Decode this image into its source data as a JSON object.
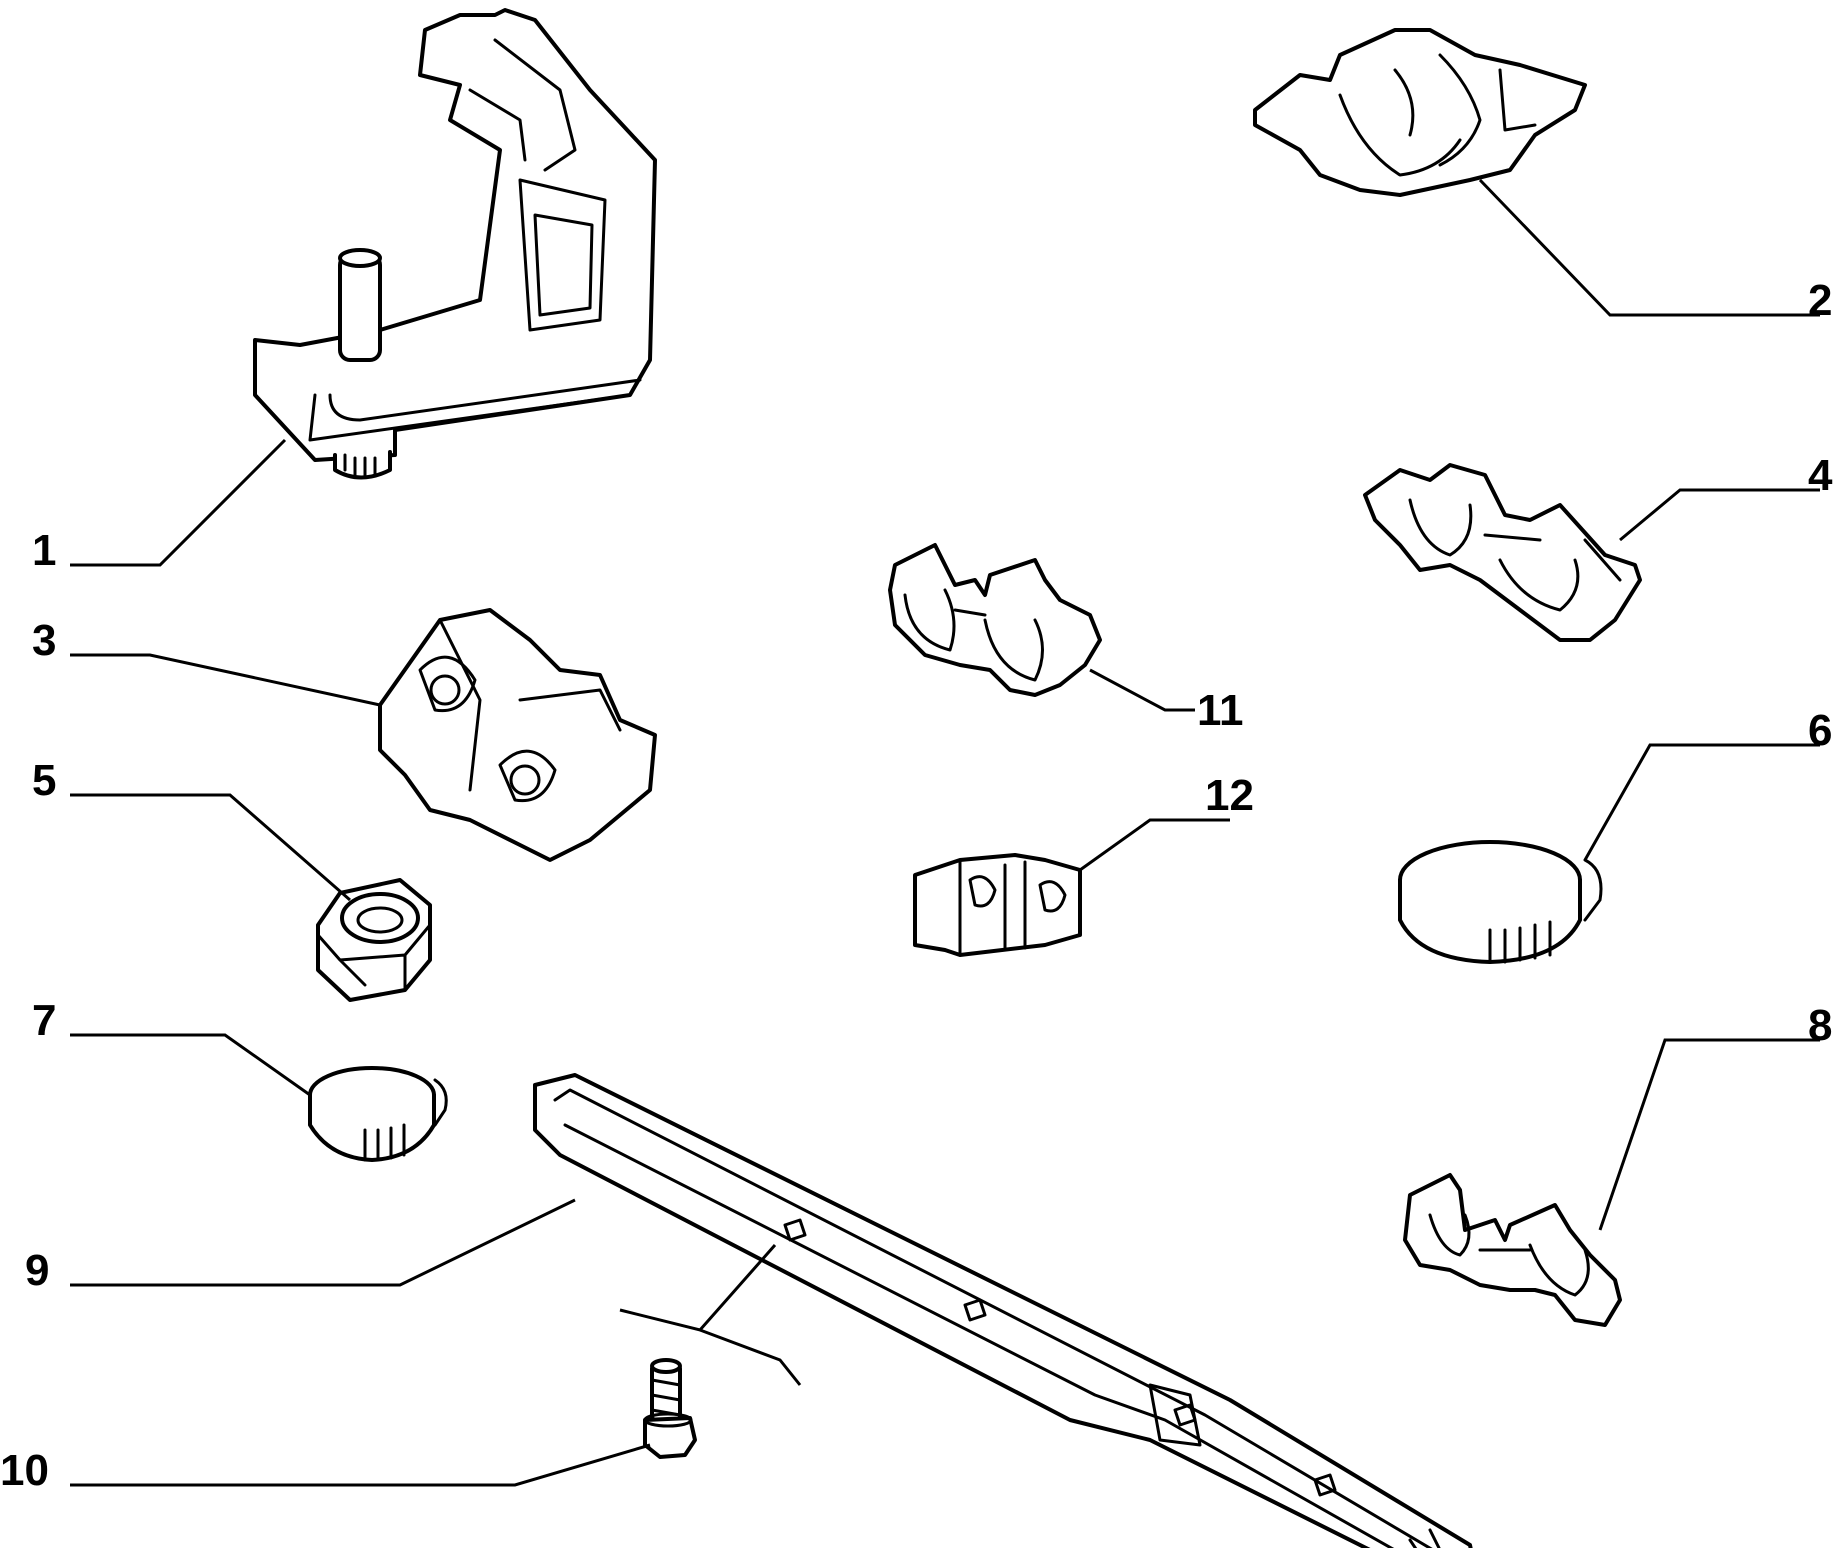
{
  "diagram": {
    "type": "exploded parts diagram",
    "line_color": "#000000",
    "background_color": "#ffffff",
    "callouts": [
      {
        "number": "1",
        "part": "bracket-with-stud"
      },
      {
        "number": "2",
        "part": "double-pipe-clip-large"
      },
      {
        "number": "3",
        "part": "twin-pipe-holder-block"
      },
      {
        "number": "4",
        "part": "double-pipe-clip-small"
      },
      {
        "number": "5",
        "part": "hex-lock-nut"
      },
      {
        "number": "6",
        "part": "band-clamp-large"
      },
      {
        "number": "7",
        "part": "band-clamp-small"
      },
      {
        "number": "8",
        "part": "twin-hose-clip"
      },
      {
        "number": "9",
        "part": "pipe-channel-rail"
      },
      {
        "number": "10",
        "part": "flanged-bolt"
      },
      {
        "number": "11",
        "part": "twin-hose-clip-small"
      },
      {
        "number": "12",
        "part": "pipe-holder-block-small"
      }
    ]
  }
}
